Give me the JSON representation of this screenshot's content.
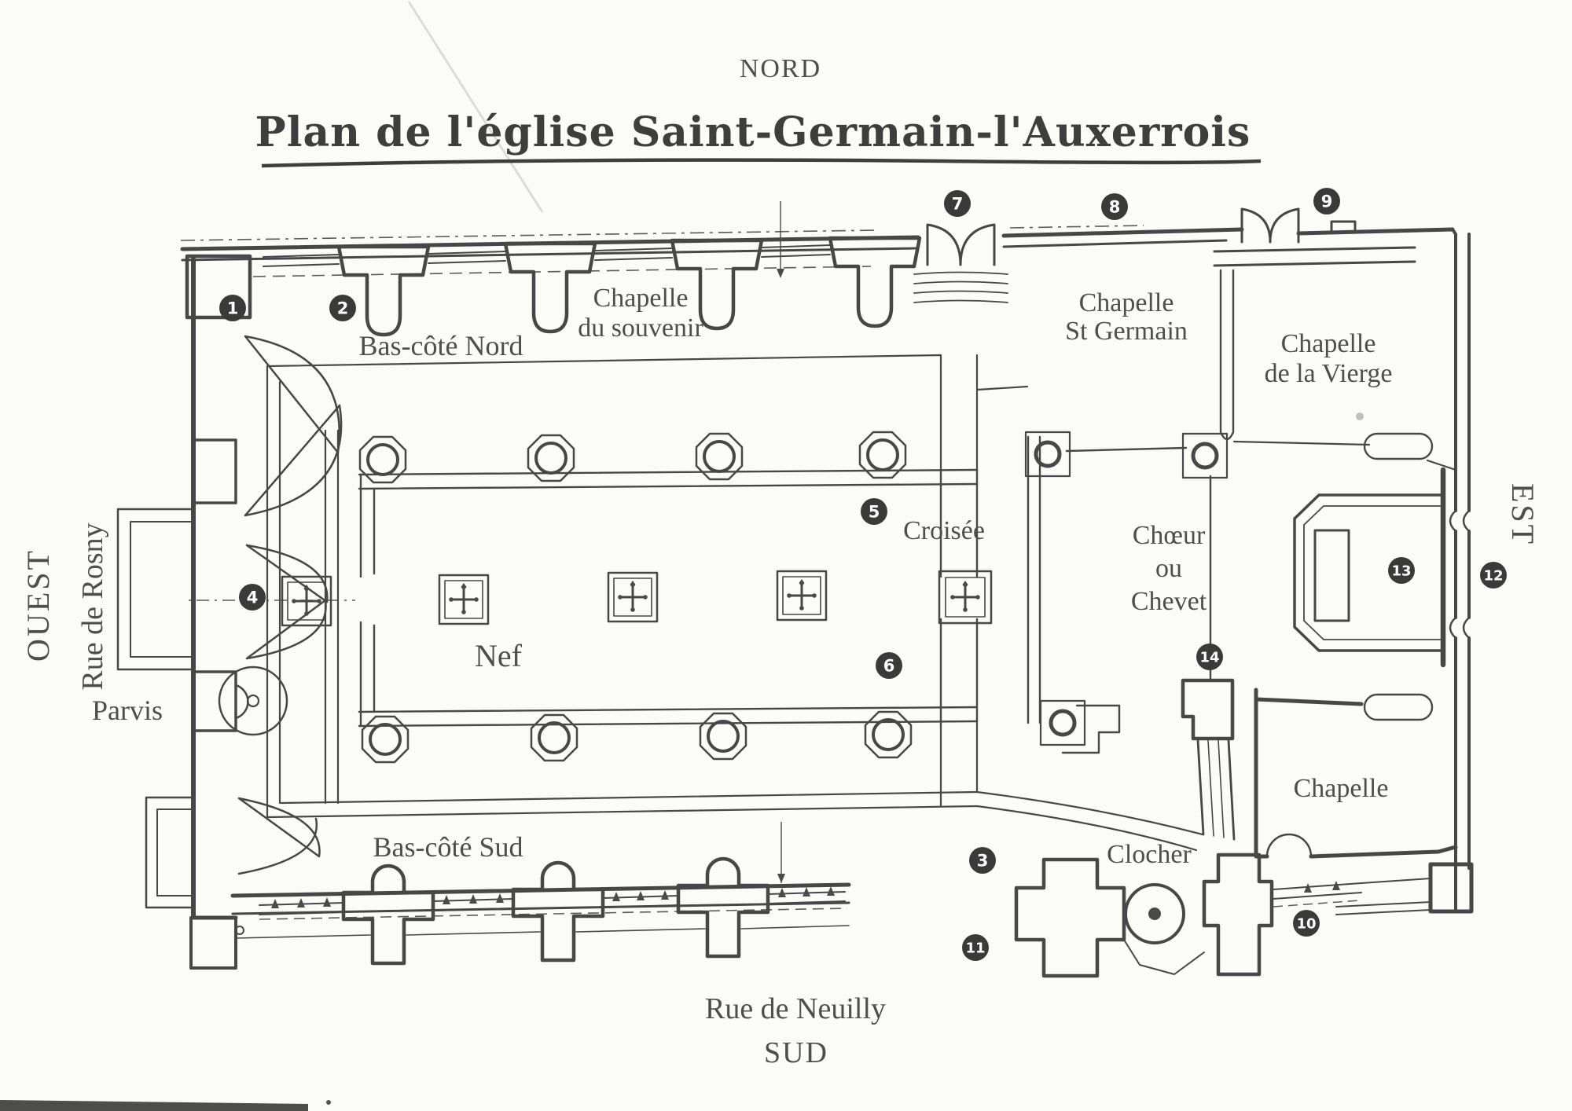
{
  "title": "Plan de l'église Saint-Germain-l'Auxerrois",
  "compass": {
    "north": "NORD",
    "south": "SUD",
    "west": "OUEST",
    "east": "EST"
  },
  "streets": {
    "west": "Rue de Rosny",
    "south": "Rue de Neuilly"
  },
  "labels": {
    "parvis": "Parvis",
    "bas_cote_nord": "Bas-côté Nord",
    "bas_cote_sud": "Bas-côté Sud",
    "chapelle_souvenir_1": "Chapelle",
    "chapelle_souvenir_2": "du souvenir",
    "chapelle_st_germain_1": "Chapelle",
    "chapelle_st_germain_2": "St Germain",
    "chapelle_vierge_1": "Chapelle",
    "chapelle_vierge_2": "de la Vierge",
    "nef": "Nef",
    "croisee": "Croisée",
    "choeur_1": "Chœur",
    "choeur_2": "ou",
    "choeur_3": "Chevet",
    "chapelle_se": "Chapelle",
    "clocher": "Clocher"
  },
  "markers": [
    "1",
    "2",
    "3",
    "4",
    "5",
    "6",
    "7",
    "8",
    "9",
    "10",
    "11",
    "12",
    "13",
    "14"
  ],
  "colors": {
    "ink": "#4a4a4a",
    "paper": "#fbfbf8",
    "marker_fill": "#3a3a3a",
    "marker_text": "#ffffff"
  }
}
